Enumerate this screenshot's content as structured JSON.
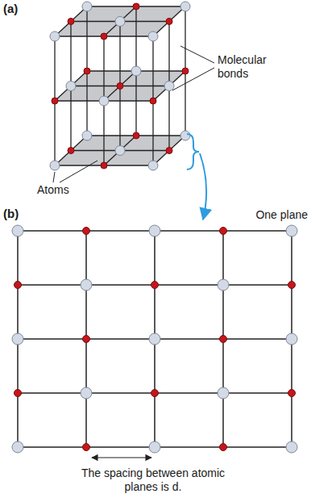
{
  "diagram": {
    "labels": [
      "(a)",
      "Molecular bonds",
      "Atoms",
      "(b)",
      "One plane",
      "The spacing between atomic planes is d."
    ]
  }
}
